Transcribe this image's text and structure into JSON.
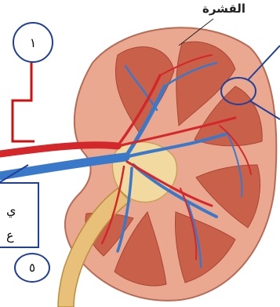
{
  "labels": {
    "cortex": "القشرة",
    "number_one": "١",
    "number_five": "٥",
    "note_line_1": "ي",
    "note_line_2": "ع"
  },
  "colors": {
    "cortex_fill": "#e9a88f",
    "pyramid_fill": "#c9614a",
    "artery": "#d3272b",
    "vein": "#3a78c9",
    "ureter": "#e8c07a",
    "annotation_blue": "#1f3f9a",
    "pointer_red": "#cc1010"
  }
}
